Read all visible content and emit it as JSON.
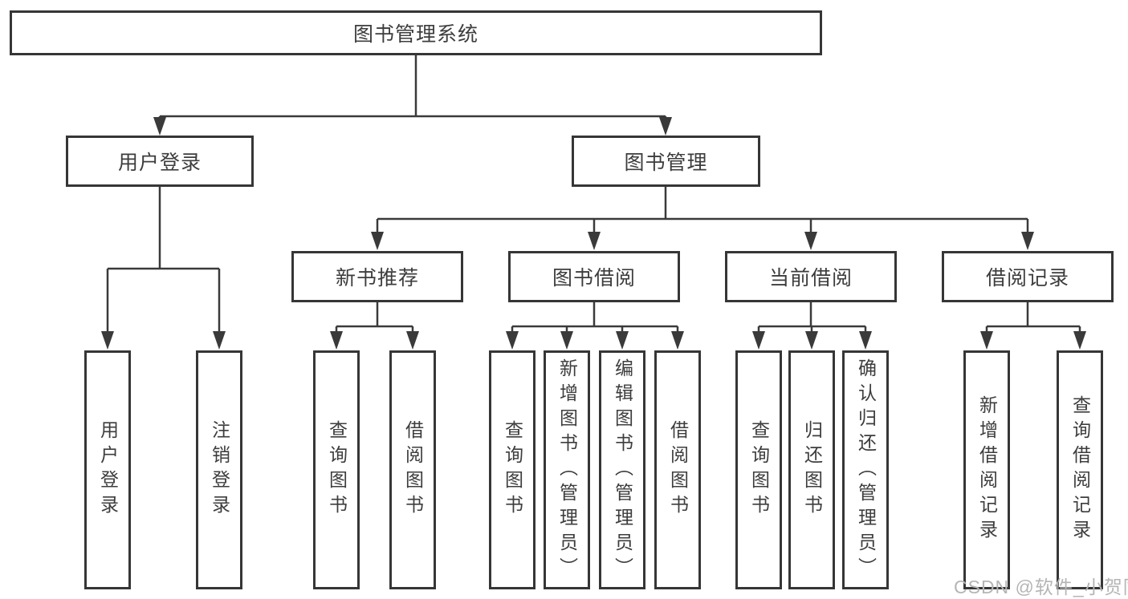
{
  "diagram": {
    "root": "图书管理系统",
    "level2": [
      "用户登录",
      "图书管理"
    ],
    "level3": [
      "新书推荐",
      "图书借阅",
      "当前借阅",
      "借阅记录"
    ],
    "leafGroups": [
      [
        "用户登录",
        "注销登录"
      ],
      [
        "查询图书",
        "借阅图书"
      ],
      [
        "查询图书",
        "新增图书（管理员）",
        "编辑图书（管理员）",
        "借阅图书"
      ],
      [
        "查询图书",
        "归还图书",
        "确认归还（管理员）"
      ],
      [
        "新增借阅记录",
        "查询借阅记录"
      ]
    ]
  },
  "watermark": {
    "text": "CSDN @软件_小贺同学"
  },
  "colors": {
    "line": "#3a3a3a",
    "border": "#363636",
    "fill": "#ffffff",
    "text": "#3d3d3d",
    "watermark": "#b5b5b5",
    "background": "#ffffff"
  }
}
